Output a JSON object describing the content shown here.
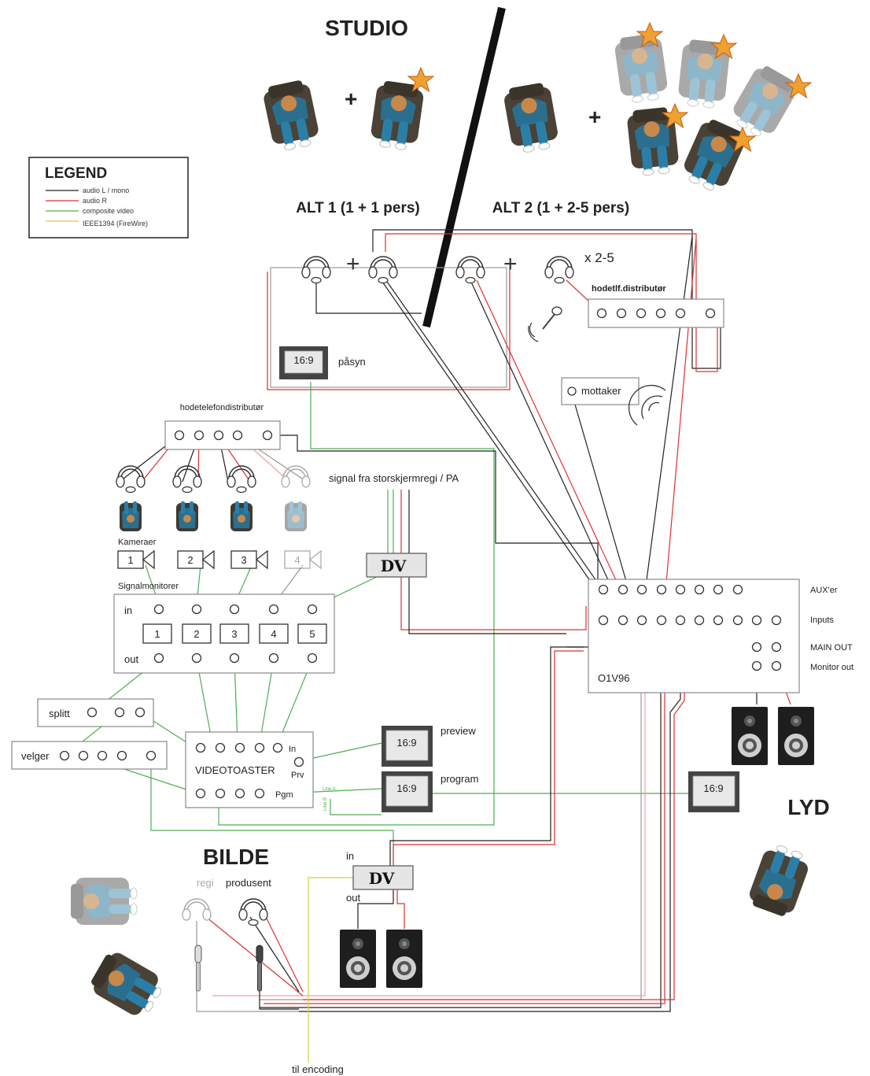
{
  "titles": {
    "studio": "STUDIO",
    "alt1": "ALT 1 (1 + 1 pers)",
    "alt2": "ALT 2 (1 + 2-5 pers)",
    "bilde": "BILDE",
    "lyd": "LYD"
  },
  "legend": {
    "title": "LEGEND",
    "items": [
      {
        "label": "audio L / mono",
        "color": "#222222"
      },
      {
        "label": "audio R",
        "color": "#e03030"
      },
      {
        "label": "composite video",
        "color": "#4caf50"
      },
      {
        "label": "IEEE1394 (FireWire)",
        "color": "#d6cf3a"
      }
    ]
  },
  "studio": {
    "plus1": "+",
    "plus2": "+",
    "plus_hp": "+",
    "plus_hp2": "+",
    "times_label": "x 2-5",
    "hp_distributor": "hodetlf.distributør",
    "pasyn": "påsyn",
    "monitor_ratio": "16:9",
    "mottaker": "mottaker"
  },
  "video": {
    "hp_distributor": "hodetelefondistributør",
    "signal_label": "signal fra storskjermregi / PA",
    "kameraer": "Kameraer",
    "cameras": [
      "1",
      "2",
      "3",
      "4"
    ],
    "signalmonitorer": "Signalmonitorer",
    "in_label": "in",
    "out_label": "out",
    "monitor_numbers": [
      "1",
      "2",
      "3",
      "4",
      "5"
    ],
    "splitt": "splitt",
    "velger": "velger",
    "videotoaster": "VIDEOTOASTER",
    "vt_in": "In",
    "vt_prv": "Prv",
    "vt_pgm": "Pgm",
    "preview": "preview",
    "program": "program",
    "dv_label": "DV",
    "line_a": "Line A",
    "line_b": "Line B"
  },
  "mixer": {
    "name": "O1V96",
    "aux": "AUX'er",
    "inputs": "Inputs",
    "main_out": "MAIN OUT",
    "monitor_out": "Monitor out"
  },
  "bilde": {
    "regi": "regi",
    "produsent": "produsent",
    "dv_in": "in",
    "dv_out": "out",
    "encoding": "til encoding"
  },
  "colors": {
    "audio_l": "#222222",
    "audio_r": "#e03030",
    "video": "#4caf50",
    "firewire": "#d6cf3a",
    "person_shirt": "#2b6f8f",
    "person_chair": "#4a4236",
    "star": "#f0a030"
  }
}
